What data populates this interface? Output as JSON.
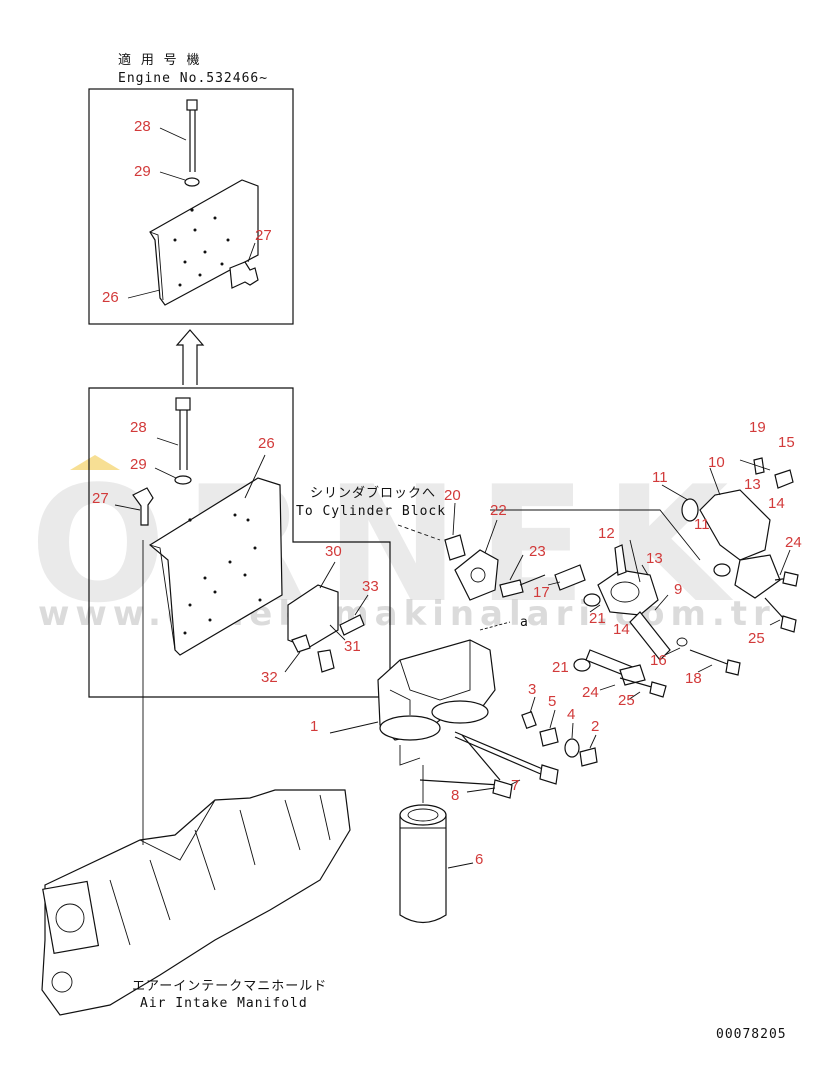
{
  "captions": {
    "applicable_jp": "適 用 号 機",
    "engine_no": "Engine No.532466~",
    "cylinder_jp": "シリンダブロックへ",
    "cylinder_en": "To Cylinder Block",
    "manifold_jp": "エアーインテークマニホールド",
    "manifold_en": "Air Intake Manifold",
    "drawing_no": "00078205",
    "ref_a": "a"
  },
  "watermark": {
    "brand": "ORNEK",
    "url": "www.orneksmakinalari.com.tr"
  },
  "colors": {
    "label": "#d23a3a",
    "line": "#111111",
    "watermark": "#d9d9d9",
    "watermark_accent": "#f2c94c"
  },
  "labels": {
    "l1": "1",
    "l2": "2",
    "l3": "3",
    "l4": "4",
    "l5": "5",
    "l6": "6",
    "l7": "7",
    "l8": "8",
    "l9": "9",
    "l10": "10",
    "l11a": "11",
    "l11b": "11",
    "l12": "12",
    "l13a": "13",
    "l13b": "13",
    "l14a": "14",
    "l14b": "14",
    "l15": "15",
    "l16": "16",
    "l17": "17",
    "l18": "18",
    "l19": "19",
    "l20": "20",
    "l21a": "21",
    "l21b": "21",
    "l22": "22",
    "l23": "23",
    "l24a": "24",
    "l24b": "24",
    "l25a": "25",
    "l25b": "25",
    "l26a": "26",
    "l26b": "26",
    "l27a": "27",
    "l27b": "27",
    "l28a": "28",
    "l28b": "28",
    "l29a": "29",
    "l29b": "29",
    "l30": "30",
    "l31": "31",
    "l32": "32",
    "l33": "33"
  }
}
